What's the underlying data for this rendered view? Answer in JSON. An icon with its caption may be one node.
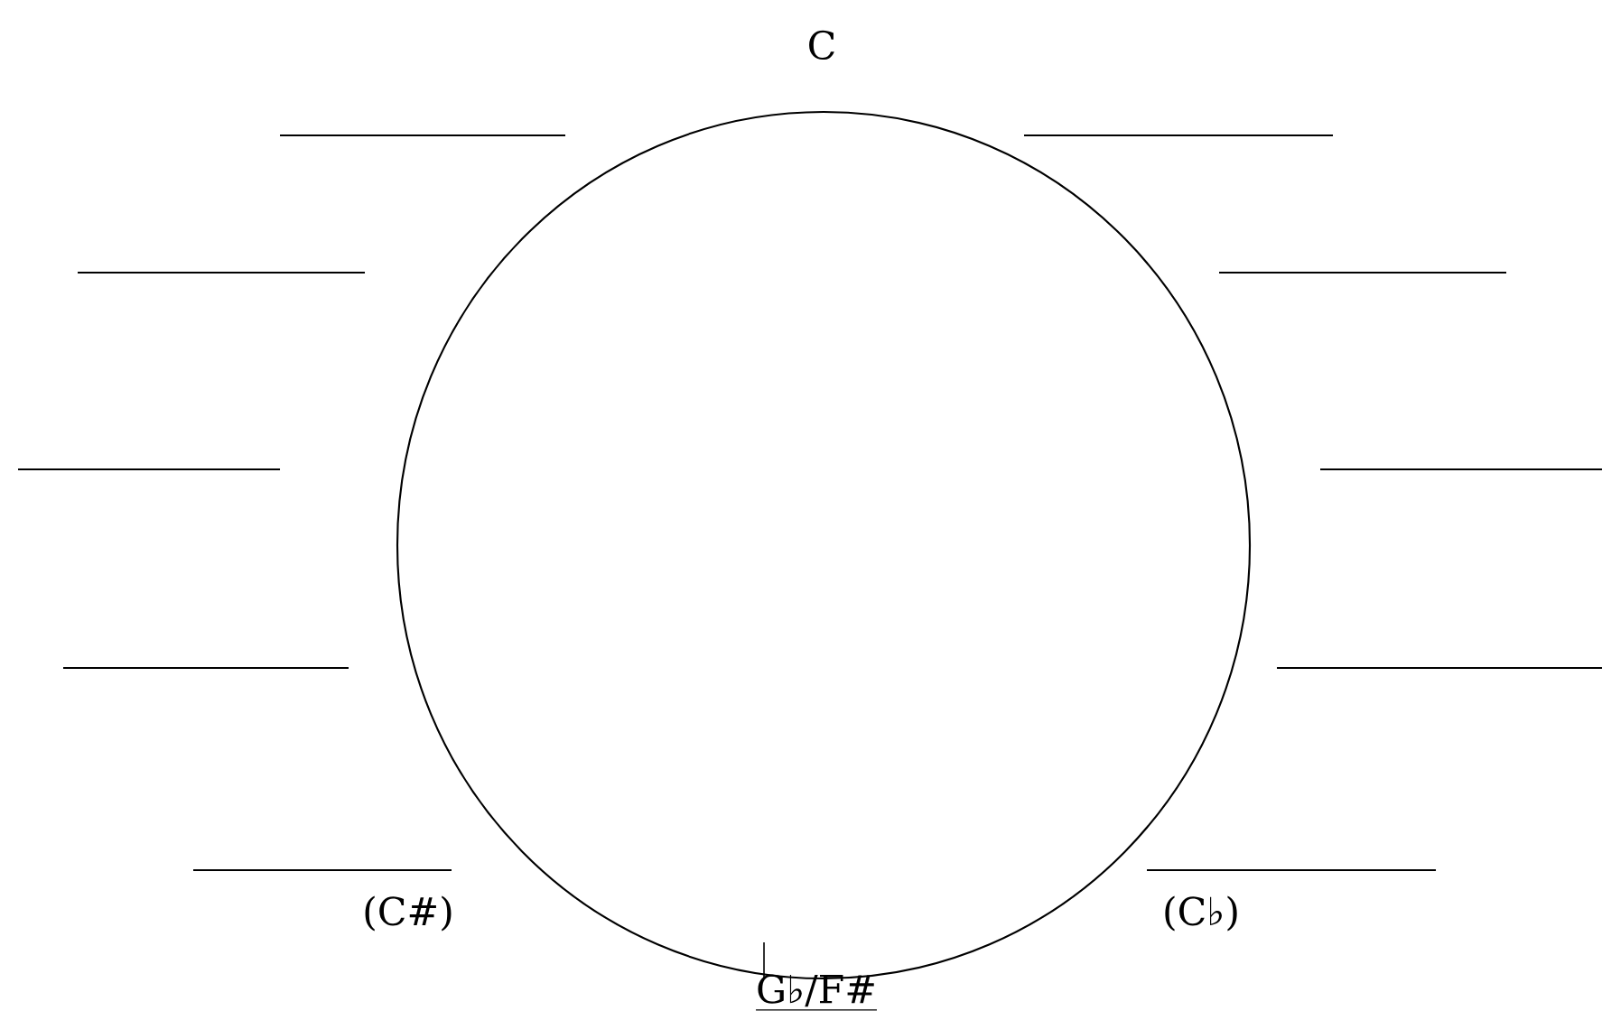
{
  "diagram": {
    "labels": [
      "C",
      "(C#)",
      "(C♭)",
      "G♭/F#"
    ]
  }
}
